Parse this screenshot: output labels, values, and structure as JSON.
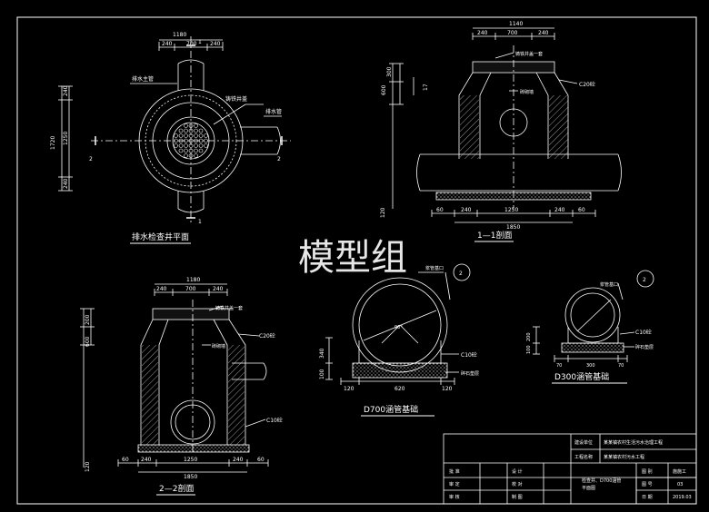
{
  "watermark": "模型组",
  "plan": {
    "title": "排水检查井平面",
    "dim_total": "1180",
    "dim_parts": [
      "240",
      "700",
      "240"
    ],
    "dim_vertical_total": "1720",
    "dim_vertical_parts": [
      "240",
      "1250",
      "240"
    ],
    "label_main_pipe": "排水主管",
    "label_cover": "铸铁井盖",
    "label_branch": "排水管",
    "section_marks": [
      "1",
      "1",
      "2",
      "2"
    ]
  },
  "section11": {
    "title": "1—1剖面",
    "dim_total": "1140",
    "dim_parts": [
      "240",
      "700",
      "240"
    ],
    "dim_left": [
      "300",
      "600",
      "17"
    ],
    "dim_bottom": [
      "60",
      "240",
      "1250",
      "240",
      "60"
    ],
    "dim_bottom_total": "1850",
    "dim_base": "120",
    "label_cover": "铸铁井盖一套",
    "label_c20": "C20砼",
    "label_wall": "砖砌墙"
  },
  "section22": {
    "title": "2—2剖面",
    "dim_total": "1180",
    "dim_parts": [
      "240",
      "700",
      "240"
    ],
    "dim_left": [
      "200",
      "600"
    ],
    "dim_bottom": [
      "60",
      "240",
      "1250",
      "240",
      "60"
    ],
    "dim_bottom_total": "1850",
    "dim_base": "120",
    "label_cover": "铸铁井盖一套",
    "label_c20": "C20砼",
    "label_wall": "砖砌墙",
    "label_c10": "C10砼"
  },
  "d700": {
    "title": "D700涵管基础",
    "label_slurry": "浆管基口",
    "label_c10": "C10砼",
    "label_gravel": "碎石垫层",
    "dim_bottom": [
      "120",
      "620",
      "120"
    ],
    "dim_left": [
      "340",
      "100"
    ],
    "angle": "90°",
    "circle_mark": "2"
  },
  "d300": {
    "title": "D300涵管基础",
    "label_slurry": "浆管基口",
    "label_c10": "C10砼",
    "label_gravel": "碎石垫层",
    "dim_bottom": [
      "70",
      "300",
      "70"
    ],
    "dim_left": [
      "100",
      "200"
    ],
    "circle_mark": "2"
  },
  "title_block": {
    "cells": {
      "project_label": "建设单位",
      "project_value": "某某镇农村生活污水治理工程",
      "name_label": "工程名称",
      "name_value": "某某镇农村污水工程",
      "drawing_name": "检查井、D700涵管",
      "drawing_name2": "平面图",
      "approved": "批 准",
      "checked": "审 定",
      "reviewed": "审 核",
      "designed": "设 计",
      "drawn": "制 图",
      "verified": "校 对",
      "sheet_label": "图 别",
      "sheet_value": "施施工",
      "number_label": "图 号",
      "number_value": "03",
      "date_label": "日 期",
      "date_value": "2019.03"
    }
  },
  "colors": {
    "background": "#000000",
    "lines": "#ffffff",
    "watermark": "#e6e6e6"
  }
}
